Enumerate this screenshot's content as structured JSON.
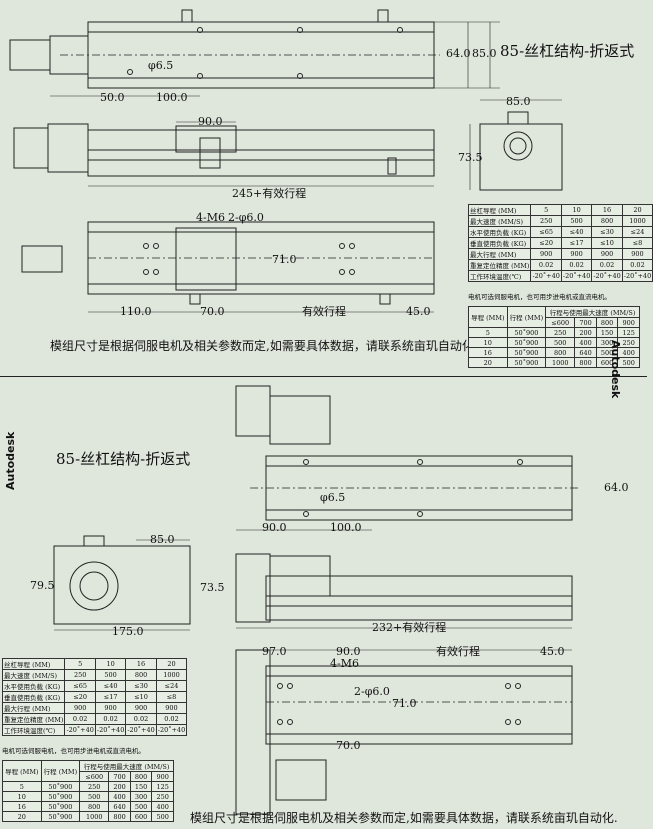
{
  "top": {
    "title": "85-丝杠结构-折返式",
    "dims": {
      "d64": "64.0",
      "d85": "85.0",
      "d6_5": "φ6.5",
      "d50": "50.0",
      "d100": "100.0",
      "d90": "90.0",
      "d85b": "85.0",
      "d73_5": "73.5",
      "stroke245": "245+有效行程",
      "m6": "4-M6",
      "phi6": "2-φ6.0",
      "d71": "71.0",
      "d110": "110.0",
      "d70": "70.0",
      "stroke": "有效行程",
      "d45": "45.0"
    },
    "note": "模组尺寸是根据伺服电机及相关参数而定,如需要具体数据，请联系统亩玑自动化.",
    "spec": {
      "rows": [
        [
          "丝杠导程 (MM)",
          "5",
          "10",
          "16",
          "20"
        ],
        [
          "最大速度 (MM/S)",
          "250",
          "500",
          "800",
          "1000"
        ],
        [
          "水平使用负载 (KG)",
          "≤65",
          "≤40",
          "≤30",
          "≤24"
        ],
        [
          "垂直使用负载 (KG)",
          "≤20",
          "≤17",
          "≤10",
          "≤8"
        ],
        [
          "最大行程 (MM)",
          "900",
          "900",
          "900",
          "900"
        ],
        [
          "重复定位精度 (MM)",
          "0.02",
          "0.02",
          "0.02",
          "0.02"
        ],
        [
          "工作环境温度(℃)",
          "-20˚+40",
          "-20˚+40",
          "-20˚+40",
          "-20˚+40"
        ]
      ],
      "footer": "电机可选伺服电机，也可用步进电机或直流电机。",
      "speed_header": [
        "导程 (MM)",
        "行程 (MM)",
        "行程与使用最大速度 (MM/S)"
      ],
      "speed_sub": [
        "≤600",
        "700",
        "800",
        "900"
      ],
      "speed_rows": [
        [
          "5",
          "50˚900",
          "250",
          "200",
          "150",
          "125"
        ],
        [
          "10",
          "50˚900",
          "500",
          "400",
          "300",
          "250"
        ],
        [
          "16",
          "50˚900",
          "800",
          "640",
          "500",
          "400"
        ],
        [
          "20",
          "50˚900",
          "1000",
          "800",
          "600",
          "500"
        ]
      ]
    }
  },
  "bottom": {
    "title": "85-丝杠结构-折返式",
    "dims": {
      "d64": "64.0",
      "d6_5": "φ6.5",
      "d90": "90.0",
      "d100": "100.0",
      "d85": "85.0",
      "d79_5": "79.5",
      "d73_5": "73.5",
      "d175": "175.0",
      "stroke232": "232+有效行程",
      "d97": "97.0",
      "d90b": "90.0",
      "stroke": "有效行程",
      "d45": "45.0",
      "m6": "4-M6",
      "phi6": "2-φ6.0",
      "d71": "71.0",
      "d70": "70.0"
    },
    "note": "模组尺寸是根据伺服电机及相关参数而定,如需要具体数据，请联系统亩玑自动化.",
    "spec": {
      "rows": [
        [
          "丝杠导程 (MM)",
          "5",
          "10",
          "16",
          "20"
        ],
        [
          "最大速度 (MM/S)",
          "250",
          "500",
          "800",
          "1000"
        ],
        [
          "水平使用负载 (KG)",
          "≤65",
          "≤40",
          "≤30",
          "≤24"
        ],
        [
          "垂直使用负载 (KG)",
          "≤20",
          "≤17",
          "≤10",
          "≤8"
        ],
        [
          "最大行程 (MM)",
          "900",
          "900",
          "900",
          "900"
        ],
        [
          "重复定位精度 (MM)",
          "0.02",
          "0.02",
          "0.02",
          "0.02"
        ],
        [
          "工作环境温度(℃)",
          "-20˚+40",
          "-20˚+40",
          "-20˚+40",
          "-20˚+40"
        ]
      ],
      "footer": "电机可选伺服电机，也可用步进电机或直流电机。",
      "speed_header": [
        "导程 (MM)",
        "行程 (MM)",
        "行程与使用最大速度 (MM/S)"
      ],
      "speed_sub": [
        "≤600",
        "700",
        "800",
        "900"
      ],
      "speed_rows": [
        [
          "5",
          "50˚900",
          "250",
          "200",
          "150",
          "125"
        ],
        [
          "10",
          "50˚900",
          "500",
          "400",
          "300",
          "250"
        ],
        [
          "16",
          "50˚900",
          "800",
          "640",
          "500",
          "400"
        ],
        [
          "20",
          "50˚900",
          "1000",
          "800",
          "600",
          "500"
        ]
      ]
    }
  },
  "watermark": "Autodesk"
}
